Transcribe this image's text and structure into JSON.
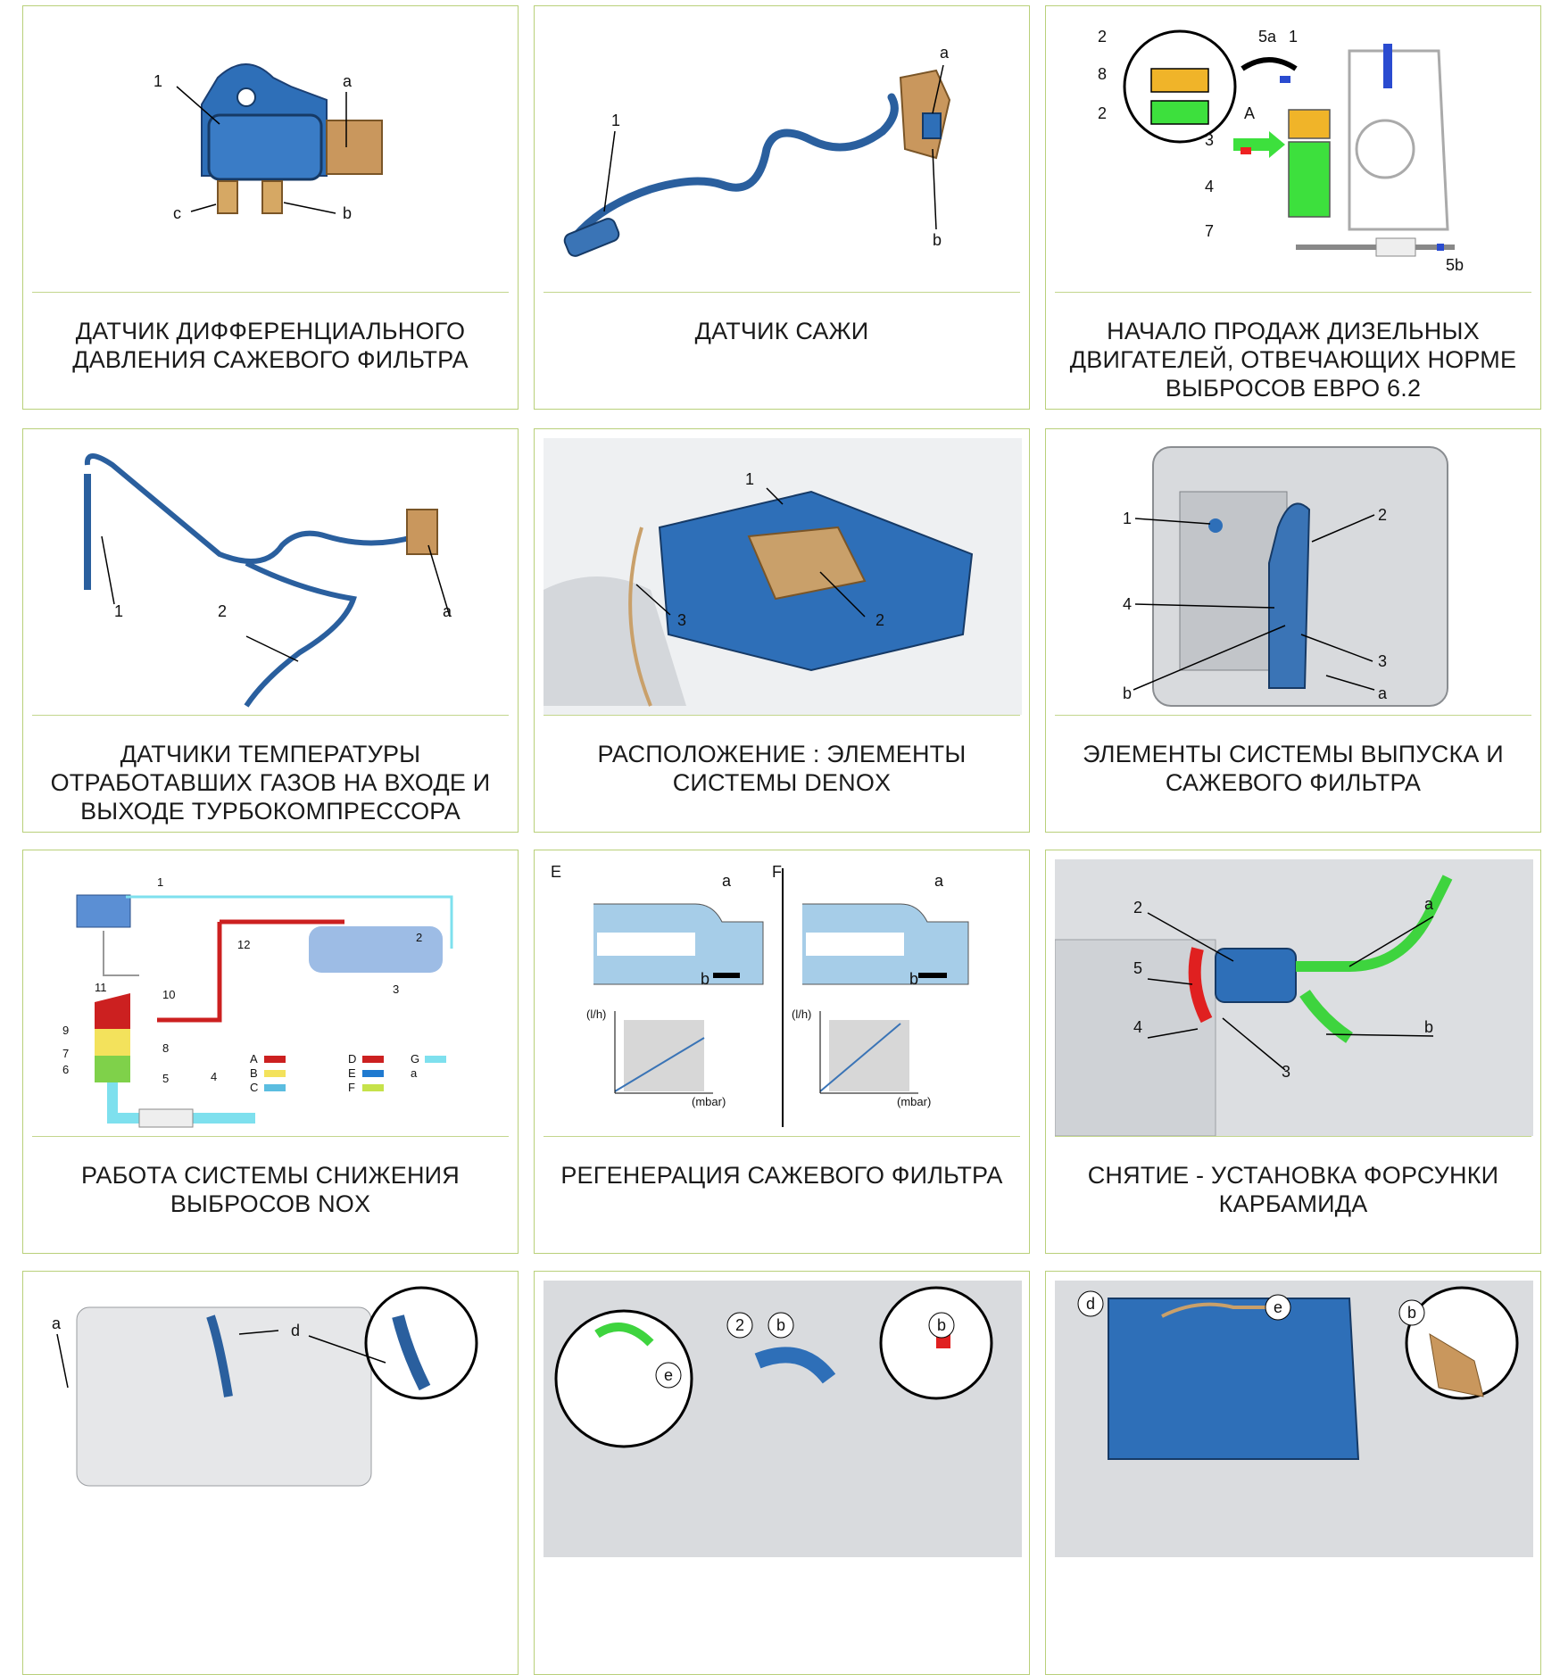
{
  "cards": [
    {
      "title": "ДАТЧИК ДИФФЕРЕНЦИАЛЬНОГО ДАВЛЕНИЯ САЖЕВОГО ФИЛЬТРА",
      "labels": [
        "1",
        "a",
        "b",
        "c"
      ]
    },
    {
      "title": "ДАТЧИК САЖИ",
      "labels": [
        "1",
        "a",
        "b"
      ]
    },
    {
      "title": "НАЧАЛО ПРОДАЖ ДИЗЕЛЬНЫХ ДВИГАТЕЛЕЙ, ОТВЕЧАЮЩИХ НОРМЕ ВЫБРОСОВ ЕВРО 6.2",
      "labels": [
        "2",
        "8",
        "2",
        "5a",
        "1",
        "A",
        "3",
        "4",
        "7",
        "5b"
      ]
    },
    {
      "title": "ДАТЧИКИ ТЕМПЕРАТУРЫ ОТРАБОТАВШИХ ГАЗОВ НА ВХОДЕ И ВЫХОДЕ ТУРБОКОМПРЕССОРА",
      "labels": [
        "1",
        "2",
        "a"
      ]
    },
    {
      "title": "РАСПОЛОЖЕНИЕ : ЭЛЕМЕНТЫ СИСТЕМЫ DENOX",
      "labels": [
        "1",
        "2",
        "3"
      ]
    },
    {
      "title": "ЭЛЕМЕНТЫ СИСТЕМЫ ВЫПУСКА И САЖЕВОГО ФИЛЬТРА",
      "labels": [
        "1",
        "2",
        "4",
        "3",
        "b",
        "a"
      ]
    },
    {
      "title": "РАБОТА СИСТЕМЫ СНИЖЕНИЯ ВЫБРОСОВ NOX",
      "labels": [
        "1",
        "2",
        "12",
        "11",
        "10",
        "9",
        "8",
        "7",
        "6",
        "5",
        "4",
        "3"
      ],
      "legend": [
        "A",
        "B",
        "C",
        "D",
        "E",
        "F",
        "G",
        "a"
      ]
    },
    {
      "title": "РЕГЕНЕРАЦИЯ САЖЕВОГО ФИЛЬТРА",
      "labels": [
        "E",
        "F",
        "a",
        "b",
        "a",
        "b"
      ],
      "axis_y": "(l/h)",
      "axis_x": "(mbar)"
    },
    {
      "title": "СНЯТИЕ - УСТАНОВКА ФОРСУНКИ КАРБАМИДА",
      "labels": [
        "2",
        "5",
        "4",
        "3",
        "a",
        "b"
      ]
    },
    {
      "title": "",
      "labels": [
        "a",
        "d"
      ]
    },
    {
      "title": "",
      "labels": [
        "2",
        "b",
        "b",
        "e"
      ]
    },
    {
      "title": "",
      "labels": [
        "d",
        "e",
        "b"
      ]
    }
  ]
}
